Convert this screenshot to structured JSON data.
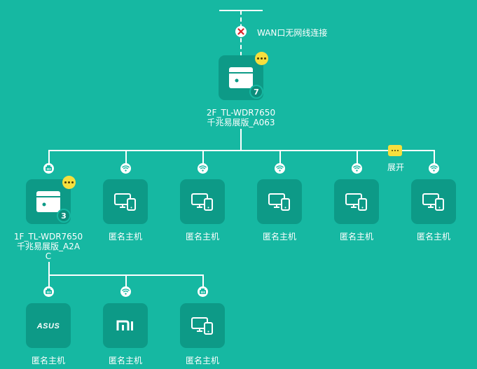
{
  "wan": {
    "status_text": "WAN口无网线连接"
  },
  "main_router": {
    "name": "2F_TL-WDR7650\n千兆易展版_A063",
    "count": "7"
  },
  "expand_label": "展开",
  "level1": [
    {
      "name": "1F_TL-WDR7650\n千兆易展版_A2A\nC",
      "count": "3",
      "type": "router",
      "connection": "wired"
    },
    {
      "name": "匿名主机",
      "type": "host",
      "connection": "wifi"
    },
    {
      "name": "匿名主机",
      "type": "host",
      "connection": "wifi"
    },
    {
      "name": "匿名主机",
      "type": "host",
      "connection": "wifi"
    },
    {
      "name": "匿名主机",
      "type": "host",
      "connection": "wifi"
    },
    {
      "name": "匿名主机",
      "type": "host",
      "connection": "wifi"
    }
  ],
  "level2": [
    {
      "name": "匿名主机",
      "brand": "ASUS",
      "type": "brand",
      "connection": "wired"
    },
    {
      "name": "匿名主机",
      "brand": "MI",
      "type": "brand",
      "connection": "wifi"
    },
    {
      "name": "匿名主机",
      "type": "host",
      "connection": "wired"
    }
  ],
  "colors": {
    "background": "#16b8a2",
    "tile": "#0d9a87",
    "accent": "#f6df3d",
    "error": "#d9252c"
  }
}
